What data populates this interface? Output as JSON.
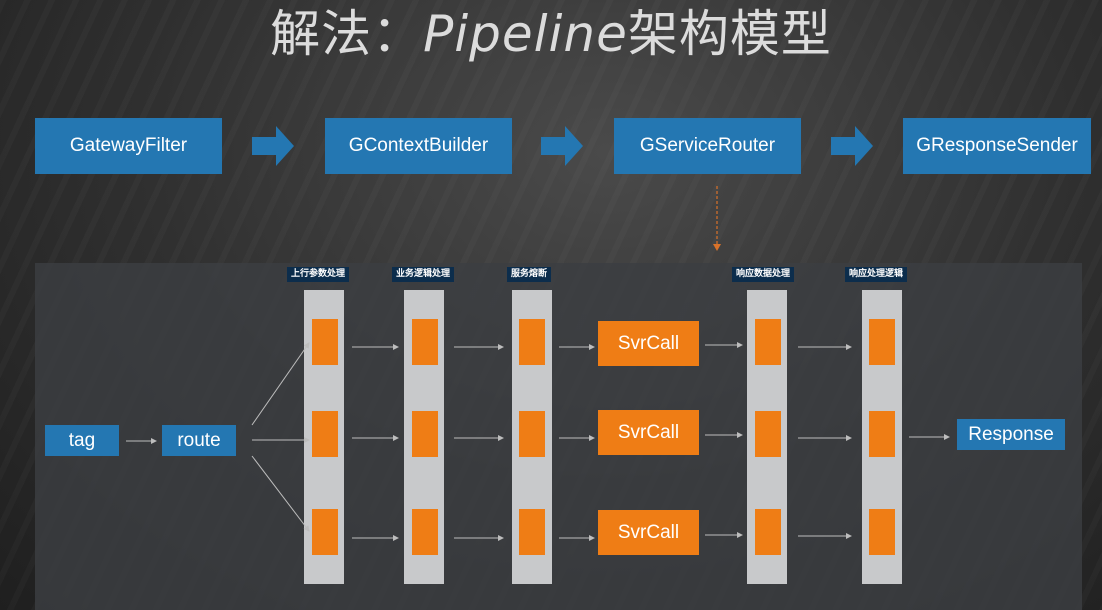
{
  "title": {
    "cn_left": "解法：",
    "en": "Pipeline",
    "cn_right": "架构模型"
  },
  "stages": [
    "GatewayFilter",
    "GContextBuilder",
    "GServiceRouter",
    "GResponseSender"
  ],
  "column_labels": [
    "上行参数处理",
    "业务逻辑处理",
    "服务熔断",
    "响应数据处理",
    "响应处理逻辑"
  ],
  "nodes": {
    "tag": "tag",
    "route": "route",
    "response": "Response"
  },
  "svrcall": [
    "SvrCall",
    "SvrCall",
    "SvrCall"
  ],
  "colors": {
    "stage_blue": "#2477b2",
    "orange": "#ef7d15",
    "label_navy": "#0c2d4c",
    "column_gray": "#c8c9cb"
  }
}
